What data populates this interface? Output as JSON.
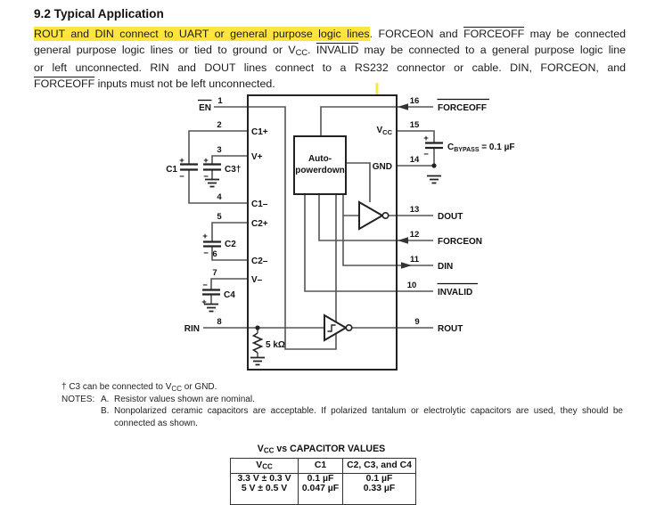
{
  "page": {
    "heading": "9.2 Typical Application",
    "paragraph": {
      "line1_highlight": "ROUT and DIN connect to UART or general purpose logic lines",
      "line1_a": ". FORCEON and ",
      "line1_forceoff": "FORCEOFF",
      "line1_b": " may be connected",
      "line2_a": "general purpose logic lines or tied to ground or V",
      "line2_vcc_sub": "CC",
      "line2_b": ". ",
      "line2_invalid": "INVALID",
      "line2_c": " may be connected to a general purpose logic line",
      "line3": "or left unconnected. RIN and DOUT lines connect to a RS232 connector or cable. DIN, FORCEON, and",
      "line4_forceoff": "FORCEOFF",
      "line4_a": " inputs must not be left unconnected."
    },
    "highlight_color": "#ffe53e"
  },
  "diagram": {
    "pins_left": [
      {
        "num": "1",
        "label": "EN"
      },
      {
        "num": "2",
        "inner": "C1+"
      },
      {
        "num": "3",
        "inner": "V+"
      },
      {
        "num": "4",
        "inner": "C1–"
      },
      {
        "num": "5",
        "inner": "C2+"
      },
      {
        "num": "6",
        "inner": "C2–"
      },
      {
        "num": "7",
        "inner": "V–"
      },
      {
        "num": "8",
        "label": "RIN"
      }
    ],
    "pins_right": [
      {
        "num": "16",
        "label": "FORCEOFF"
      },
      {
        "num": "15",
        "inner_pre": "V",
        "inner_sub": "CC"
      },
      {
        "num": "14",
        "inner": "GND"
      },
      {
        "num": "13",
        "label": "DOUT"
      },
      {
        "num": "12",
        "label": "FORCEON"
      },
      {
        "num": "11",
        "label": "DIN"
      },
      {
        "num": "10",
        "label": "INVALID"
      },
      {
        "num": "9",
        "label": "ROUT"
      }
    ],
    "autopowerdown_line1": "Auto-",
    "autopowerdown_line2": "powerdown",
    "capacitors": {
      "c1": "C1",
      "c2": "C2",
      "c3": "C3†",
      "c4": "C4"
    },
    "cbypass": {
      "pre": "C",
      "sub": "BYPASS",
      "post": " = 0.1 µF"
    },
    "resistor": "5 kΩ",
    "plus": "+",
    "minus": "−"
  },
  "notes": {
    "dagger_pre": "† C3 can be connected to V",
    "dagger_sub": "CC",
    "dagger_post": " or GND.",
    "label": "NOTES:",
    "a_label": "A.",
    "a_text": "Resistor values shown are nominal.",
    "b_label": "B.",
    "b_line1": "Nonpolarized ceramic capacitors are acceptable. If polarized tantalum or electrolytic capacitors are used, they should be",
    "b_line2": "connected as shown."
  },
  "table": {
    "title_pre": "V",
    "title_sub": "CC",
    "title_post": " vs CAPACITOR VALUES",
    "header": {
      "col1_pre": "V",
      "col1_sub": "CC",
      "col2": "C1",
      "col3": "C2, C3, and C4"
    },
    "rows": [
      {
        "vcc": "3.3 V ± 0.3 V",
        "c1": "0.1 µF",
        "c234": "0.1 µF"
      },
      {
        "vcc": "5 V ± 0.5 V",
        "c1": "0.047 µF",
        "c234": "0.33 µF"
      }
    ]
  }
}
